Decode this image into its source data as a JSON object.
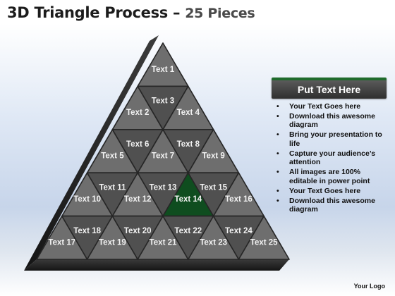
{
  "title": {
    "main": "3D Triangle Process",
    "dash": "–",
    "sub": "25 Pieces"
  },
  "colors": {
    "piece": "#6e6e6e",
    "piece_alt": "#505050",
    "highlight": "#0f4d1f",
    "edge": "#262626",
    "panel_accent": "#1f6b2c"
  },
  "pyramid": {
    "rows": 5,
    "pieces": [
      {
        "label": "Text 1",
        "row": 0,
        "col": 0,
        "up": true,
        "highlight": false
      },
      {
        "label": "Text 2",
        "row": 1,
        "col": 0,
        "up": true,
        "highlight": false
      },
      {
        "label": "Text 3",
        "row": 1,
        "col": 1,
        "up": false,
        "highlight": false
      },
      {
        "label": "Text 4",
        "row": 1,
        "col": 1,
        "up": true,
        "highlight": false
      },
      {
        "label": "Text 5",
        "row": 2,
        "col": 0,
        "up": true,
        "highlight": false
      },
      {
        "label": "Text 6",
        "row": 2,
        "col": 1,
        "up": false,
        "highlight": false
      },
      {
        "label": "Text 7",
        "row": 2,
        "col": 1,
        "up": true,
        "highlight": false
      },
      {
        "label": "Text 8",
        "row": 2,
        "col": 2,
        "up": false,
        "highlight": false
      },
      {
        "label": "Text 9",
        "row": 2,
        "col": 2,
        "up": true,
        "highlight": false
      },
      {
        "label": "Text 10",
        "row": 3,
        "col": 0,
        "up": true,
        "highlight": false
      },
      {
        "label": "Text 11",
        "row": 3,
        "col": 1,
        "up": false,
        "highlight": false
      },
      {
        "label": "Text 12",
        "row": 3,
        "col": 1,
        "up": true,
        "highlight": false
      },
      {
        "label": "Text 13",
        "row": 3,
        "col": 2,
        "up": false,
        "highlight": false
      },
      {
        "label": "Text 14",
        "row": 3,
        "col": 2,
        "up": true,
        "highlight": true
      },
      {
        "label": "Text 15",
        "row": 3,
        "col": 3,
        "up": false,
        "highlight": false
      },
      {
        "label": "Text 16",
        "row": 3,
        "col": 3,
        "up": true,
        "highlight": false
      },
      {
        "label": "Text 17",
        "row": 4,
        "col": 0,
        "up": true,
        "highlight": false
      },
      {
        "label": "Text 18",
        "row": 4,
        "col": 1,
        "up": false,
        "highlight": false
      },
      {
        "label": "Text 19",
        "row": 4,
        "col": 1,
        "up": true,
        "highlight": false
      },
      {
        "label": "Text 20",
        "row": 4,
        "col": 2,
        "up": false,
        "highlight": false
      },
      {
        "label": "Text 21",
        "row": 4,
        "col": 2,
        "up": true,
        "highlight": false
      },
      {
        "label": "Text 22",
        "row": 4,
        "col": 3,
        "up": false,
        "highlight": false
      },
      {
        "label": "Text 23",
        "row": 4,
        "col": 3,
        "up": true,
        "highlight": false
      },
      {
        "label": "Text 24",
        "row": 4,
        "col": 4,
        "up": false,
        "highlight": false
      },
      {
        "label": "Text 25",
        "row": 4,
        "col": 4,
        "up": true,
        "highlight": false
      }
    ]
  },
  "panel": {
    "heading": "Put Text Here",
    "bullet_glyph": "•",
    "bullets": [
      "Your Text Goes here",
      "Download this awesome diagram",
      "Bring your presentation to life",
      "Capture your audience’s attention",
      "All images are 100% editable in power point",
      "Your Text Goes here",
      "Download this awesome diagram"
    ]
  },
  "logo": "Your Logo"
}
